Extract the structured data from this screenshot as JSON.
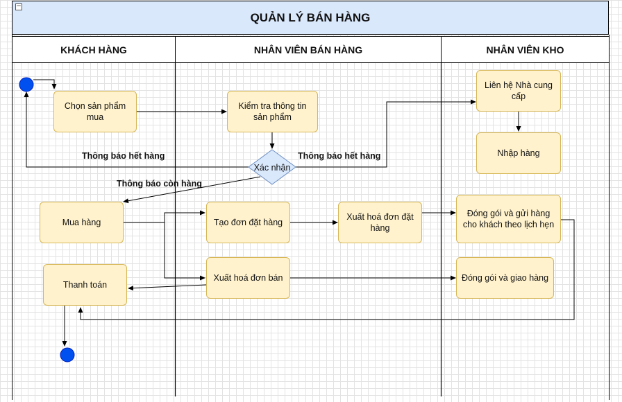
{
  "title": "QUẢN LÝ BÁN HÀNG",
  "lanes": [
    {
      "label": "KHÁCH HÀNG"
    },
    {
      "label": "NHÂN VIÊN BÁN HÀNG"
    },
    {
      "label": "NHÂN VIÊN KHO"
    }
  ],
  "nodes": {
    "chon_san_pham": "Chọn sản phẩm mua",
    "kiem_tra": "Kiểm tra thông tin sản phẩm",
    "xac_nhan": "Xác nhận",
    "lien_he_ncc": "Liên hệ Nhà cung cấp",
    "nhap_hang": "Nhập hàng",
    "mua_hang": "Mua hàng",
    "tao_don": "Tạo đơn đặt hàng",
    "xuat_hoa_don_dat": "Xuất hoá đơn đặt hàng",
    "dong_goi_gui": "Đóng gói và gửi hàng cho khách  theo lịch hẹn",
    "thanh_toan": "Thanh toán",
    "xuat_hoa_don_ban": "Xuất hoá đơn bán",
    "dong_goi_giao": "Đóng gói và giao hàng"
  },
  "edge_labels": {
    "het_hang_left": "Thông báo  hết hàng",
    "het_hang_right": "Thông báo  hết hàng",
    "con_hang": "Thông báo còn hàng"
  },
  "colors": {
    "node_fill": "#fff2cc",
    "node_stroke": "#d6b656",
    "start_end": "#0050ef",
    "diamond_fill": "#dae8fc",
    "diamond_stroke": "#6c8ebf",
    "title_fill": "#dae8fc"
  }
}
